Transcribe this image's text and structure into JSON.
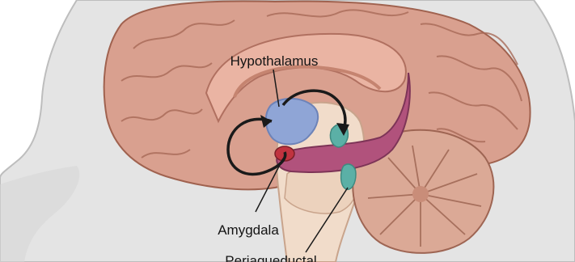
{
  "labels": {
    "hypothalamus": "Hypothalamus",
    "amygdala": "Amygdala",
    "periaqueductal": "Periaqueductal"
  },
  "colors": {
    "skin": "#e7e7e7",
    "skin_edge": "#bfbfbf",
    "cortex": "#d9a08f",
    "cortex_shadow": "#b8786a",
    "brainstem": "#f1dcca",
    "hypothalamus": "#8fa5d6",
    "amygdala": "#c0333f",
    "hippocampus": "#b1527c",
    "periaqueductal_gray": "#5bb0a6",
    "cerebellum": "#d9aa96",
    "arrow": "#1a1a1a"
  }
}
